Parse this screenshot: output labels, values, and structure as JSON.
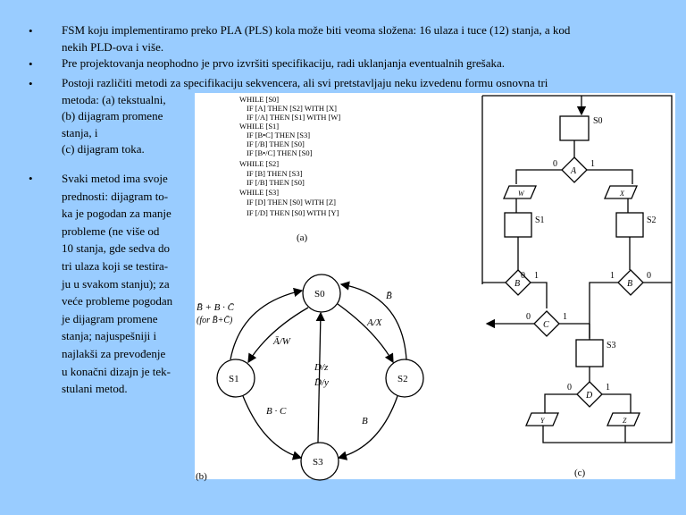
{
  "bullets": [
    {
      "lines": [
        "FSM koju implementiramo preko PLA (PLS) kola može biti veoma složena: 16 ulaza i tuce (12) stanja, a kod",
        "nekih PLD-ova i više."
      ]
    },
    {
      "lines": [
        "Pre projektovanja neophodno je prvo izvršiti specifikaciju, radi uklanjanja eventualnih grešaka."
      ]
    },
    {
      "lines": [
        "Postoji različiti metodi za specifikaciju sekvencera, ali svi pretstavljaju neku izvedenu formu osnovna tri",
        "metoda: (a) tekstualni,",
        "(b) dijagram promene",
        "stanja, i",
        "(c) dijagram toka."
      ]
    },
    {
      "lines": [
        "Svaki metod ima svoje",
        "prednosti: dijagram to-",
        "ka je pogodan za manje",
        "probleme (ne više od",
        "10 stanja, gde sedva do",
        "tri ulaza koji se testira-",
        "ju u svakom stanju); za",
        "veće probleme pogodan",
        "je dijagram promene",
        "stanja; najuspešniji i",
        "najlakši za prevođenje",
        "u konačni dizajn je tek-",
        "stulani metod."
      ]
    }
  ],
  "bullet_char": "•",
  "fig_a": {
    "lines": [
      "WHILE [S0]",
      "IF [A]      THEN [S2] WITH [X]",
      "IF [/A]     THEN [S1] WITH [W]",
      "WHILE [S1]",
      "IF [B•C]    THEN [S3]",
      "IF [/B]     THEN [S0]",
      "IF [B•/C]   THEN [S0]",
      "WHILE [S2]",
      "IF [B]      THEN [S3]",
      "IF [/B]     THEN [S0]",
      "WHILE [S3]",
      "IF [D]      THEN [S0] WITH [Z]",
      "IF [/D]     THEN [S0] WITH [Y]"
    ],
    "caption": "(a)"
  },
  "fig_b": {
    "caption": "(b)",
    "states": [
      "S0",
      "S1",
      "S2",
      "S3"
    ],
    "labels": {
      "s1_s0": "B̄ + B · C̄",
      "s1_s0_note": "(for B̄+C̄)",
      "s0_s1": "Ā/W",
      "s0_s2": "A/X",
      "s2_s0": "B̄",
      "s3_s0_a": "D/z",
      "s3_s0_b": "D̄/y",
      "s1_s3": "B · C",
      "s2_s3": "B"
    }
  },
  "fig_c": {
    "caption": "(c)",
    "states": [
      "S0",
      "S1",
      "S2",
      "S3"
    ],
    "decisions": [
      "A",
      "B",
      "B",
      "C",
      "D"
    ],
    "outputs": [
      "W",
      "X",
      "Y",
      "Z"
    ],
    "branch": {
      "zero": "0",
      "one": "1"
    }
  }
}
